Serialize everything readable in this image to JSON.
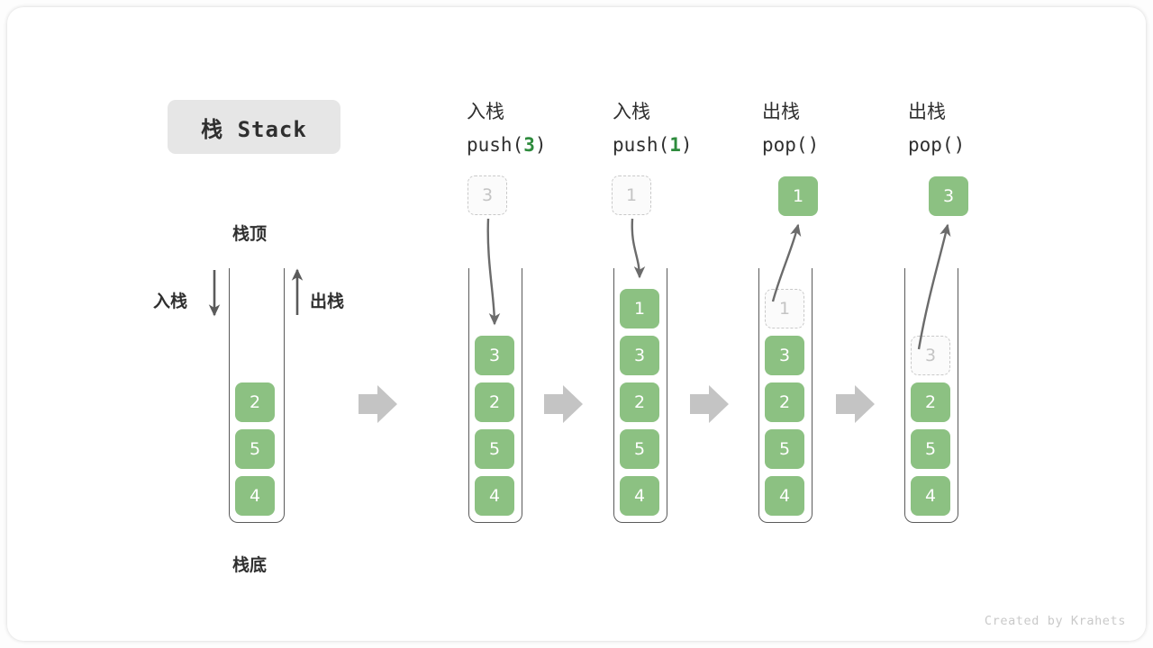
{
  "title": {
    "text": "栈 Stack"
  },
  "labels": {
    "top": "栈顶",
    "bottom": "栈底",
    "push_side": "入栈",
    "pop_side": "出栈"
  },
  "footer": {
    "credit": "Created by Krahets"
  },
  "colors": {
    "cell_fill": "#8cc182",
    "cell_text": "#ffffff",
    "ghost_border": "#c9c9c9",
    "ghost_text": "#c4c4c4",
    "accent_green": "#2e8b3d",
    "arrow_gray": "#6b6b6b",
    "step_arrow_gray": "#c4c4c4",
    "title_bg": "#e6e6e6"
  },
  "columns": [
    {
      "id": "initial",
      "head_line1": "",
      "head_line2": "",
      "head_mono": "",
      "head_num": "",
      "stack": [
        "2",
        "5",
        "4"
      ],
      "ghost_in_stack": null,
      "external_cell": null
    },
    {
      "id": "push-3",
      "head_line1": "入栈",
      "head_line2": "push(",
      "head_num": "3",
      "head_line3": ")",
      "stack": [
        "3",
        "2",
        "5",
        "4"
      ],
      "ghost_in_stack": null,
      "external_cell": {
        "value": "3",
        "style": "ghost"
      }
    },
    {
      "id": "push-1",
      "head_line1": "入栈",
      "head_line2": "push(",
      "head_num": "1",
      "head_line3": ")",
      "stack": [
        "1",
        "3",
        "2",
        "5",
        "4"
      ],
      "ghost_in_stack": null,
      "external_cell": {
        "value": "1",
        "style": "ghost"
      }
    },
    {
      "id": "pop-1",
      "head_line1": "出栈",
      "head_line2": "pop(",
      "head_num": "",
      "head_line3": ")",
      "stack": [
        "3",
        "2",
        "5",
        "4"
      ],
      "ghost_in_stack": {
        "value": "1",
        "slot": 0
      },
      "external_cell": {
        "value": "1",
        "style": "filled"
      }
    },
    {
      "id": "pop-3",
      "head_line1": "出栈",
      "head_line2": "pop(",
      "head_num": "",
      "head_line3": ")",
      "stack": [
        "2",
        "5",
        "4"
      ],
      "ghost_in_stack": {
        "value": "3",
        "slot": 1
      },
      "external_cell": {
        "value": "3",
        "style": "filled"
      }
    }
  ],
  "step_arrows": [
    {
      "from": "initial",
      "to": "push-3"
    },
    {
      "from": "push-3",
      "to": "push-1"
    },
    {
      "from": "push-1",
      "to": "pop-1"
    },
    {
      "from": "pop-1",
      "to": "pop-3"
    }
  ]
}
